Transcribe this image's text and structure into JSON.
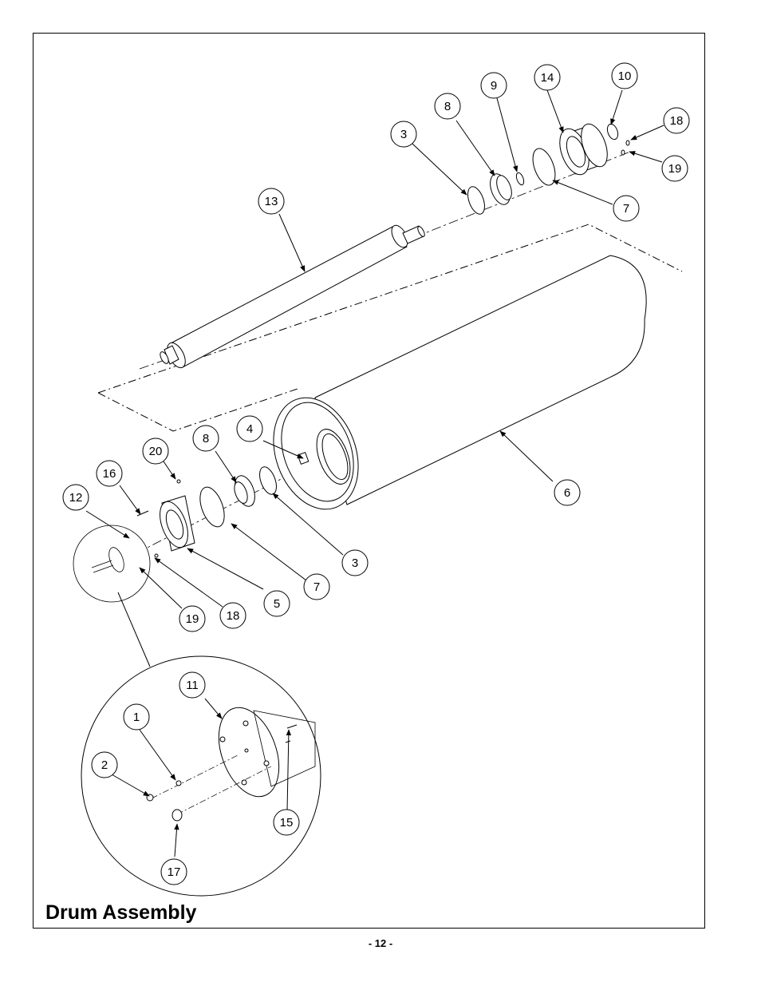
{
  "title": "Drum Assembly",
  "page_number": "- 12 -",
  "callouts": [
    {
      "id": "c1",
      "label": "1"
    },
    {
      "id": "c2",
      "label": "2"
    },
    {
      "id": "c3a",
      "label": "3"
    },
    {
      "id": "c3b",
      "label": "3"
    },
    {
      "id": "c4",
      "label": "4"
    },
    {
      "id": "c5",
      "label": "5"
    },
    {
      "id": "c6",
      "label": "6"
    },
    {
      "id": "c7a",
      "label": "7"
    },
    {
      "id": "c7b",
      "label": "7"
    },
    {
      "id": "c8a",
      "label": "8"
    },
    {
      "id": "c8b",
      "label": "8"
    },
    {
      "id": "c9",
      "label": "9"
    },
    {
      "id": "c10",
      "label": "10"
    },
    {
      "id": "c11",
      "label": "11"
    },
    {
      "id": "c12",
      "label": "12"
    },
    {
      "id": "c13",
      "label": "13"
    },
    {
      "id": "c14",
      "label": "14"
    },
    {
      "id": "c15",
      "label": "15"
    },
    {
      "id": "c16",
      "label": "16"
    },
    {
      "id": "c17",
      "label": "17"
    },
    {
      "id": "c18a",
      "label": "18"
    },
    {
      "id": "c18b",
      "label": "18"
    },
    {
      "id": "c19a",
      "label": "19"
    },
    {
      "id": "c19b",
      "label": "19"
    },
    {
      "id": "c20",
      "label": "20"
    }
  ]
}
